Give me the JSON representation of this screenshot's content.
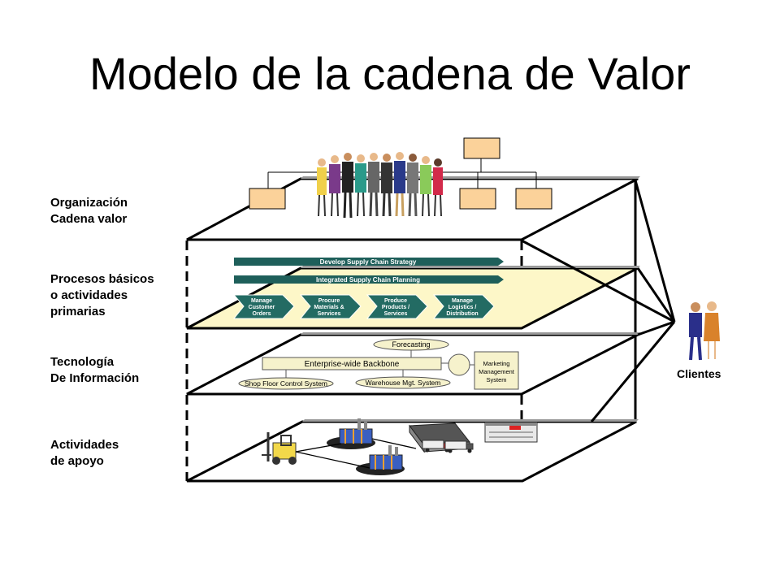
{
  "title": "Modelo de la cadena de Valor",
  "layers": {
    "organizacion": [
      "Organización",
      "Cadena  valor"
    ],
    "procesos": [
      "Procesos  básicos",
      "o actividades",
      "primarias"
    ],
    "tecnologia": [
      "Tecnología",
      "De Información"
    ],
    "apoyo": [
      "Actividades",
      "de apoyo"
    ]
  },
  "processes": {
    "strategy_bar": "Develop Supply Chain Strategy",
    "planning_bar": "Integrated Supply Chain Planning",
    "steps": [
      [
        "Manage",
        "Customer",
        "Orders"
      ],
      [
        "Procure",
        "Materials &",
        "Services"
      ],
      [
        "Produce",
        "Products /",
        "Services"
      ],
      [
        "Manage",
        "Logistics /",
        "Distribution"
      ]
    ]
  },
  "technology": {
    "forecasting": "Forecasting",
    "backbone": "Enterprise-wide Backbone",
    "shop_floor": "Shop Floor Control System",
    "warehouse": "Warehouse Mgt. System",
    "marketing": [
      "Marketing",
      "Management",
      "System"
    ]
  },
  "clients": "Clientes",
  "colors": {
    "process_layer": "#fdf7c8",
    "teal_bar": "#1e5f5a",
    "teal_arrow": "#236b63",
    "forecast_fill": "#f6f2cc",
    "person_blue": "#2a2f8a",
    "person_orange": "#d9822b"
  }
}
